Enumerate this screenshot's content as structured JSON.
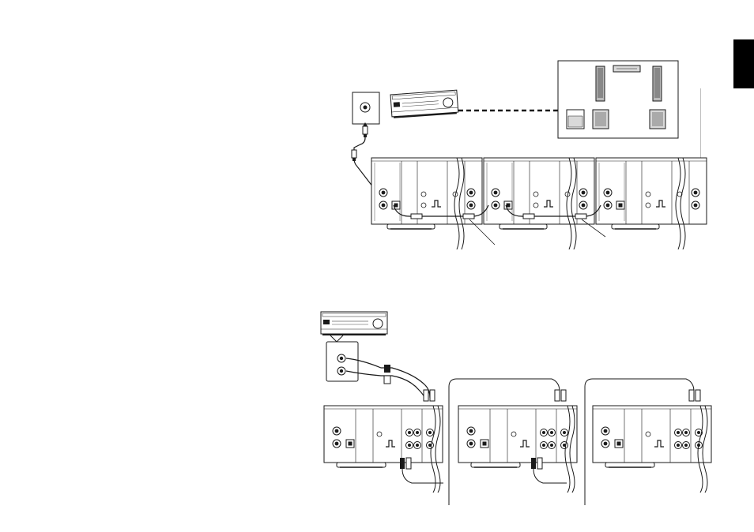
{
  "diagram": {
    "top_section": {
      "decks": [
        "deck-1",
        "deck-2",
        "deck-3"
      ]
    },
    "bottom_section": {
      "decks": [
        "deck-1",
        "deck-2",
        "deck-3"
      ]
    }
  },
  "colors": {
    "line": "#1a1a1a",
    "fill_dark": "#000000",
    "fill_mid": "#888888",
    "fill_light": "#d9d9d9",
    "background": "#ffffff"
  },
  "icons": [
    "amplifier-icon",
    "speaker-icon",
    "subwoofer-icon",
    "rca-plug-icon",
    "coax-jack-icon",
    "optical-jack-icon"
  ]
}
